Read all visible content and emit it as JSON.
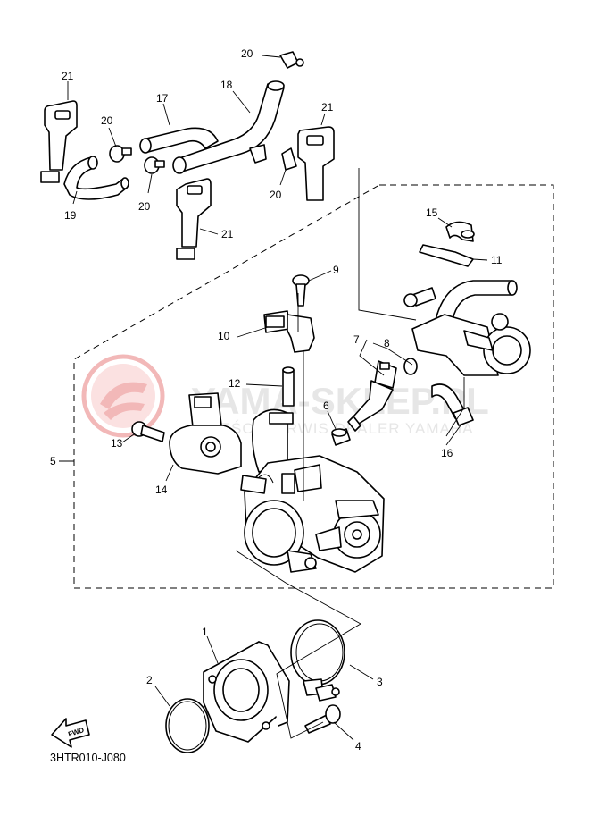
{
  "diagram_code": "3HTR010-J080",
  "fwd_label": "FWD",
  "watermark": {
    "title": "YAMA-SKLEP.PL",
    "subtitle": "CZĘŚCI SERWIS DEALER YAMAHA"
  },
  "callouts": [
    "1",
    "2",
    "3",
    "4",
    "5",
    "6",
    "7",
    "8",
    "9",
    "10",
    "11",
    "12",
    "13",
    "14",
    "15",
    "16",
    "17",
    "18",
    "19",
    "20",
    "20",
    "20",
    "20",
    "21",
    "21",
    "21"
  ],
  "colors": {
    "line": "#000000",
    "watermark_logo": "#f2b8b8",
    "watermark_text": "#e6e6e6"
  }
}
